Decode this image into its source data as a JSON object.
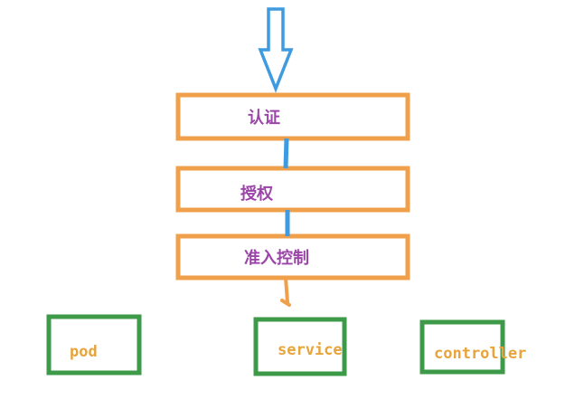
{
  "colors": {
    "stage_border": "#f0a04b",
    "stage_text": "#9b45a8",
    "connector": "#3e9be0",
    "arrow": "#3e9be0",
    "resource_border": "#3c9a48",
    "resource_text": "#e8a43c"
  },
  "stages": [
    {
      "label": "认证"
    },
    {
      "label": "授权"
    },
    {
      "label": "准入控制"
    }
  ],
  "resources": [
    {
      "label": "pod"
    },
    {
      "label": "service"
    },
    {
      "label": "controller"
    }
  ]
}
